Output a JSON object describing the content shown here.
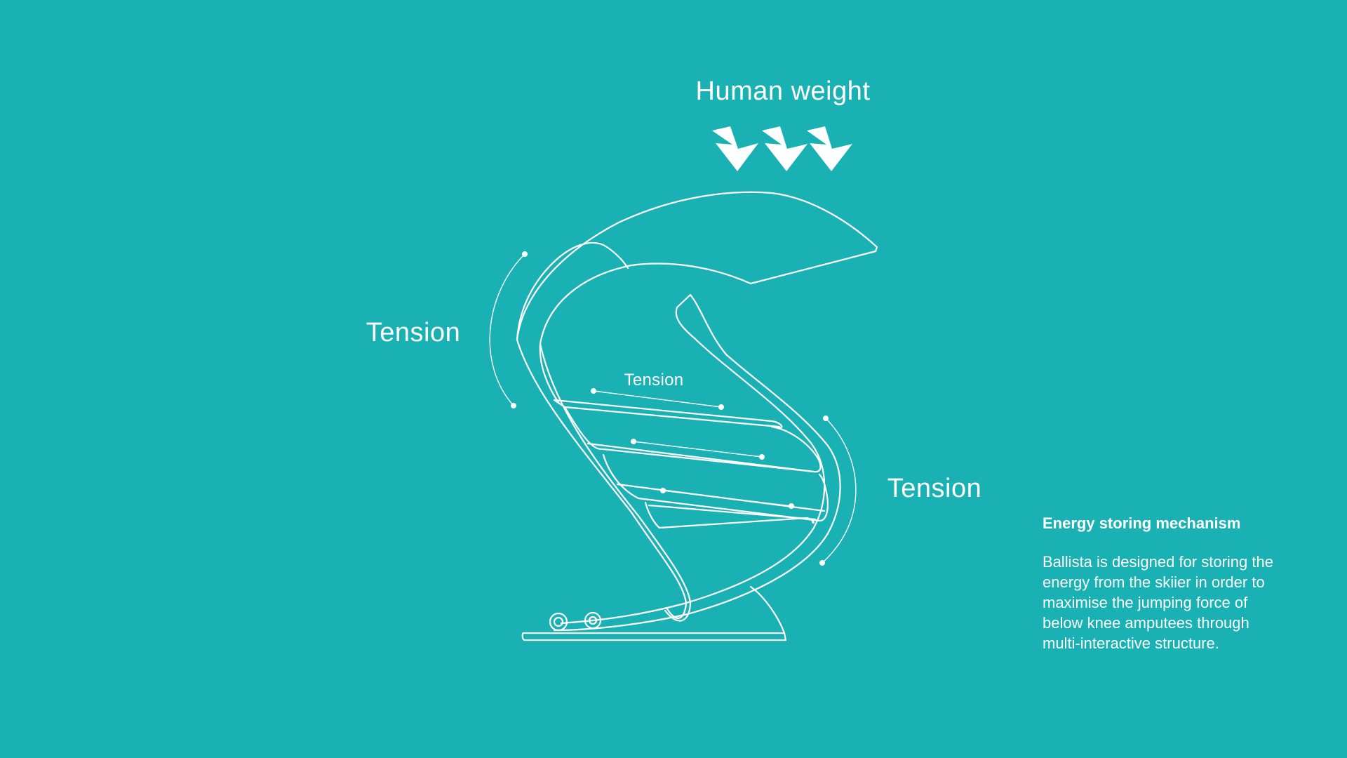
{
  "diagram": {
    "top_label": "Human weight",
    "labels": {
      "tension_left": "Tension",
      "tension_center": "Tension",
      "tension_right": "Tension"
    },
    "colors": {
      "background": "#19b1b4",
      "line": "#ffffff"
    },
    "icons": [
      "down-arrow-icon",
      "down-arrow-icon",
      "down-arrow-icon"
    ]
  },
  "info": {
    "title": "Energy storing mechanism",
    "body": "Ballista is designed for storing the energy from the skiier in order to maximise the jumping force of below knee amputees through multi-interactive structure."
  }
}
